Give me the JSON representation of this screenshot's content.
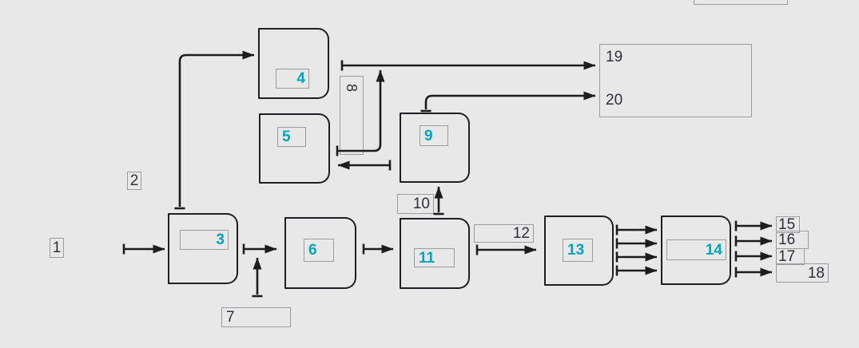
{
  "palette": {
    "background": "#e8e8e8",
    "box_border": "#1f1f23",
    "label_border": "#9c9ca0",
    "accent": "#00a6be",
    "ink": "#30303a",
    "line": "#1d1d20"
  },
  "diagram": {
    "type": "block-flow-diagram",
    "blocks": {
      "b3": {
        "label": "3"
      },
      "b4": {
        "label": "4"
      },
      "b5": {
        "label": "5"
      },
      "b6": {
        "label": "6"
      },
      "b9": {
        "label": "9"
      },
      "b11": {
        "label": "11"
      },
      "b13": {
        "label": "13"
      },
      "b14": {
        "label": "14"
      }
    },
    "tags": {
      "t1": {
        "label": "1"
      },
      "t2": {
        "label": "2"
      },
      "t7": {
        "label": "7"
      },
      "t8": {
        "label": "8",
        "orientation": "vertical"
      },
      "t10": {
        "label": "10"
      },
      "t12": {
        "label": "12"
      },
      "t15": {
        "label": "15"
      },
      "t16": {
        "label": "16"
      },
      "t17": {
        "label": "17"
      },
      "t18": {
        "label": "18"
      },
      "t19": {
        "label": "19"
      },
      "t20": {
        "label": "20"
      }
    }
  }
}
